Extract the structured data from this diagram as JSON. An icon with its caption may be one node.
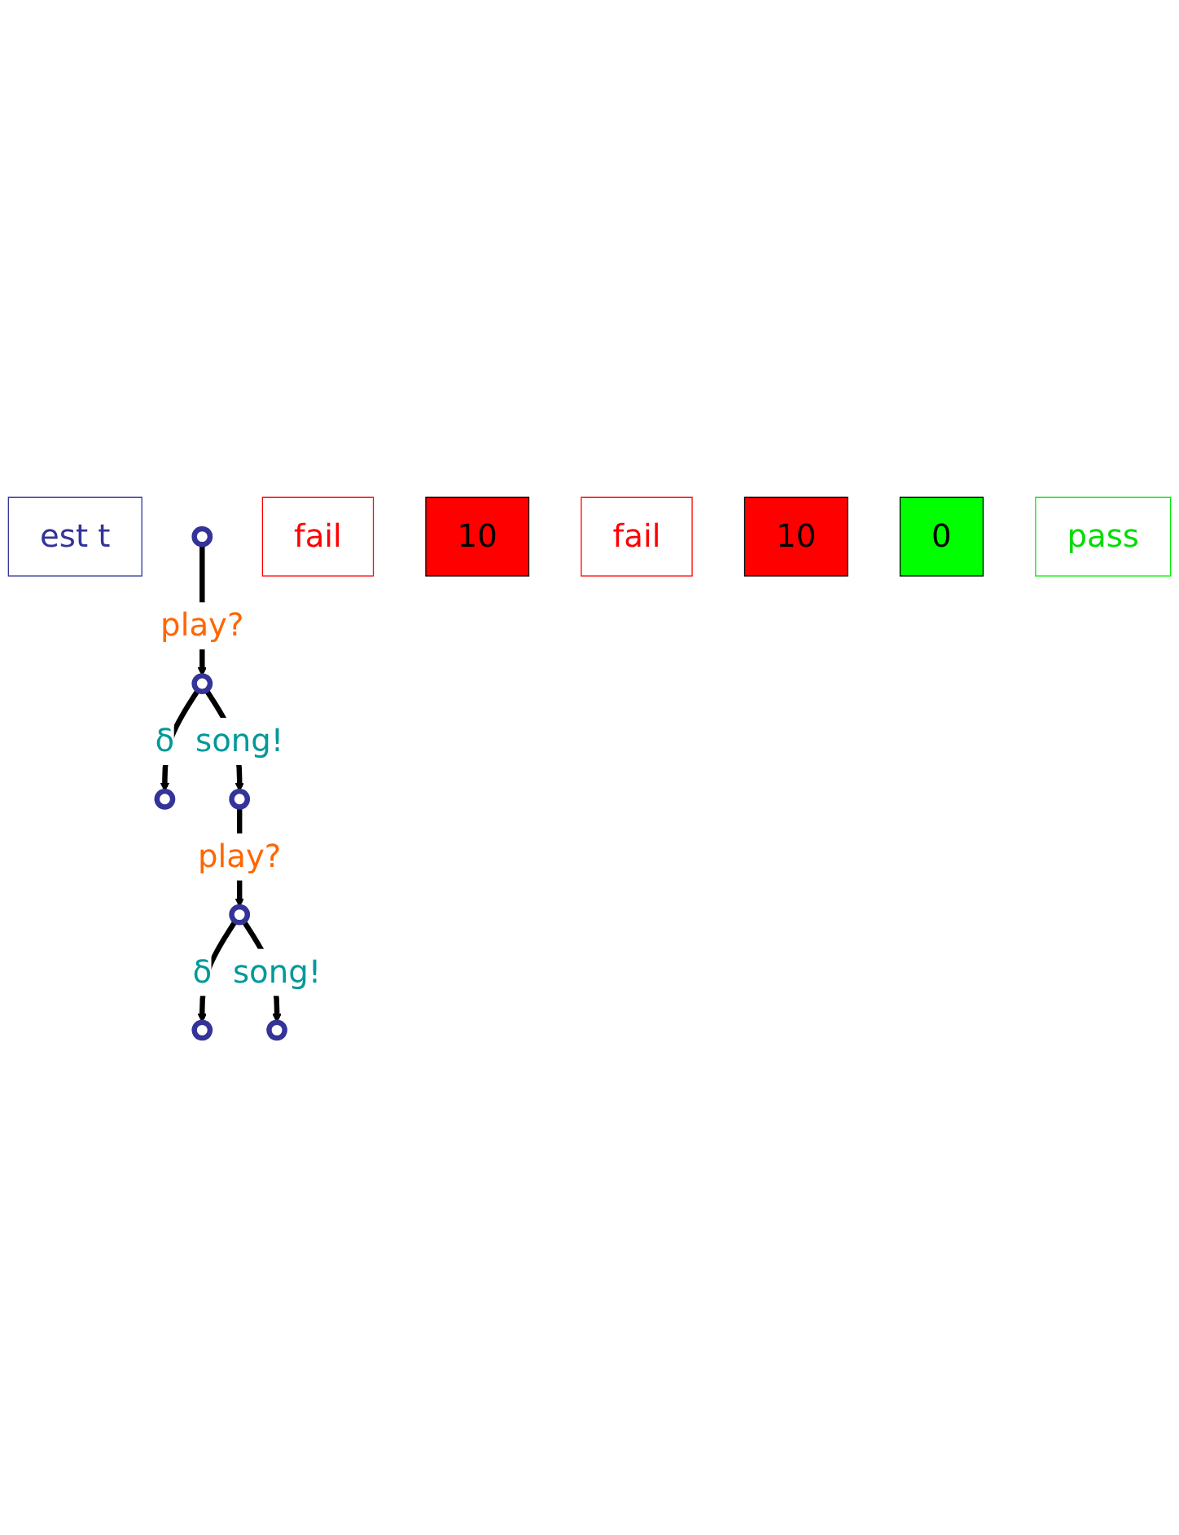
{
  "diagram": {
    "nodes": [
      {
        "text": [
          "est t"
        ]
      },
      {
        "text": [],
        "shape": "circle"
      },
      {
        "text": [],
        "shape": "circle"
      },
      {
        "text": [],
        "shape": "circle"
      },
      {
        "text": [],
        "shape": "circle"
      },
      {
        "text": [
          "fail"
        ]
      },
      {
        "text": [
          "10"
        ]
      },
      {
        "text": [],
        "shape": "circle"
      },
      {
        "text": [],
        "shape": "circle"
      },
      {
        "text": [],
        "shape": "circle"
      },
      {
        "text": [
          "fail"
        ]
      },
      {
        "text": [
          "10"
        ]
      },
      {
        "text": [
          "0"
        ]
      },
      {
        "text": [
          "pass"
        ]
      }
    ],
    "edges": [
      {
        "from": 1,
        "to": 2,
        "arrow": "to",
        "label": "play?"
      },
      {
        "from": 2,
        "to": 3,
        "arrow": "to",
        "label": "δ"
      },
      {
        "from": 2,
        "to": 4,
        "arrow": "to",
        "label": "song!"
      },
      {
        "from": 4,
        "to": 7,
        "arrow": "to",
        "label": "play?"
      },
      {
        "from": 7,
        "to": 8,
        "arrow": "to",
        "label": "δ"
      },
      {
        "from": 7,
        "to": 9,
        "arrow": "to",
        "label": "song!"
      }
    ]
  }
}
